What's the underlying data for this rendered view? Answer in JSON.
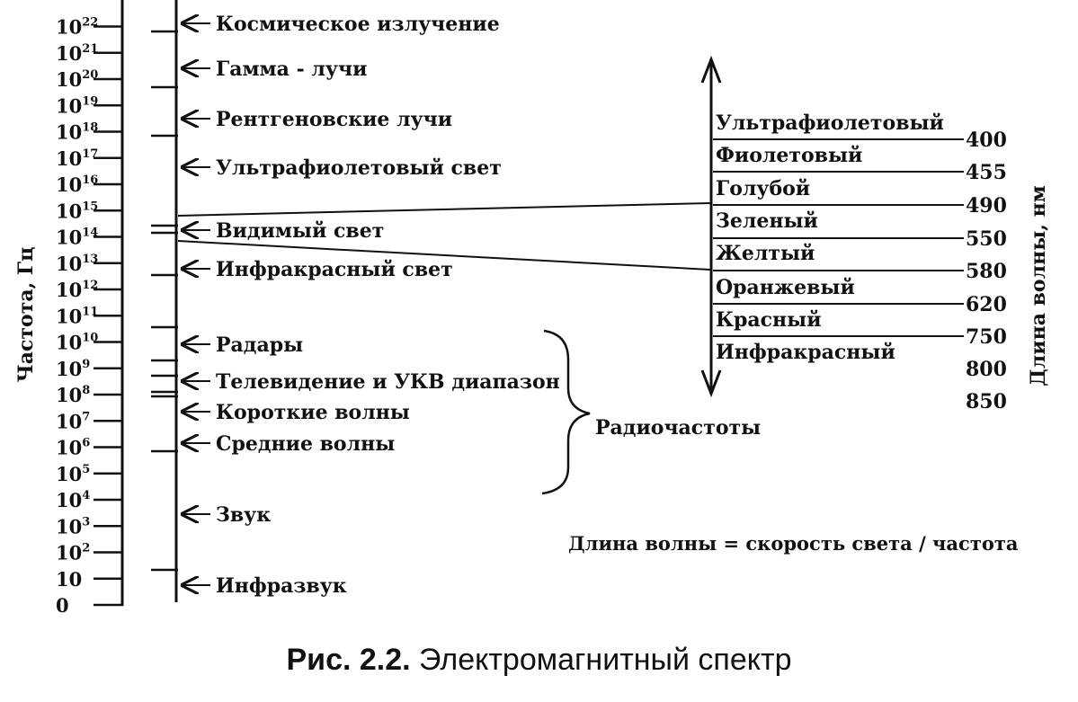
{
  "axis": {
    "ylabel": "Частота, Гц",
    "ticks": [
      {
        "base": "0",
        "exp": ""
      },
      {
        "base": "10",
        "exp": ""
      },
      {
        "base": "10",
        "exp": "2"
      },
      {
        "base": "10",
        "exp": "3"
      },
      {
        "base": "10",
        "exp": "4"
      },
      {
        "base": "10",
        "exp": "5"
      },
      {
        "base": "10",
        "exp": "6"
      },
      {
        "base": "10",
        "exp": "7"
      },
      {
        "base": "10",
        "exp": "8"
      },
      {
        "base": "10",
        "exp": "9"
      },
      {
        "base": "10",
        "exp": "10"
      },
      {
        "base": "10",
        "exp": "11"
      },
      {
        "base": "10",
        "exp": "12"
      },
      {
        "base": "10",
        "exp": "13"
      },
      {
        "base": "10",
        "exp": "14"
      },
      {
        "base": "10",
        "exp": "15"
      },
      {
        "base": "10",
        "exp": "16"
      },
      {
        "base": "10",
        "exp": "17"
      },
      {
        "base": "10",
        "exp": "18"
      },
      {
        "base": "10",
        "exp": "19"
      },
      {
        "base": "10",
        "exp": "20"
      },
      {
        "base": "10",
        "exp": "21"
      },
      {
        "base": "10",
        "exp": "22"
      }
    ]
  },
  "bands": [
    {
      "label": "Космическое излучение"
    },
    {
      "label": "Гамма - лучи"
    },
    {
      "label": "Рентгеновские лучи"
    },
    {
      "label": "Ультрафиолетовый свет"
    },
    {
      "label": "Видимый свет"
    },
    {
      "label": "Инфракрасный свет"
    },
    {
      "label": "Радары"
    },
    {
      "label": "Телевидение и УКВ диапазон"
    },
    {
      "label": "Короткие волны"
    },
    {
      "label": "Средние волны"
    },
    {
      "label": "Звук"
    },
    {
      "label": "Инфразвук"
    }
  ],
  "radio_group_label": "Радиочастоты",
  "visible": {
    "ylabel": "Длина волны, нм",
    "colors": [
      {
        "name": "Ультрафиолетовый"
      },
      {
        "name": "Фиолетовый"
      },
      {
        "name": "Голубой"
      },
      {
        "name": "Зеленый"
      },
      {
        "name": "Желтый"
      },
      {
        "name": "Оранжевый"
      },
      {
        "name": "Красный"
      },
      {
        "name": "Инфракрасный"
      }
    ],
    "wavelengths": [
      "400",
      "455",
      "490",
      "550",
      "580",
      "620",
      "750",
      "800",
      "850"
    ]
  },
  "formula": "Длина волны = скорость света / частота",
  "caption": {
    "prefix": "Рис. 2.2.",
    "title": "Электромагнитный спектр"
  }
}
